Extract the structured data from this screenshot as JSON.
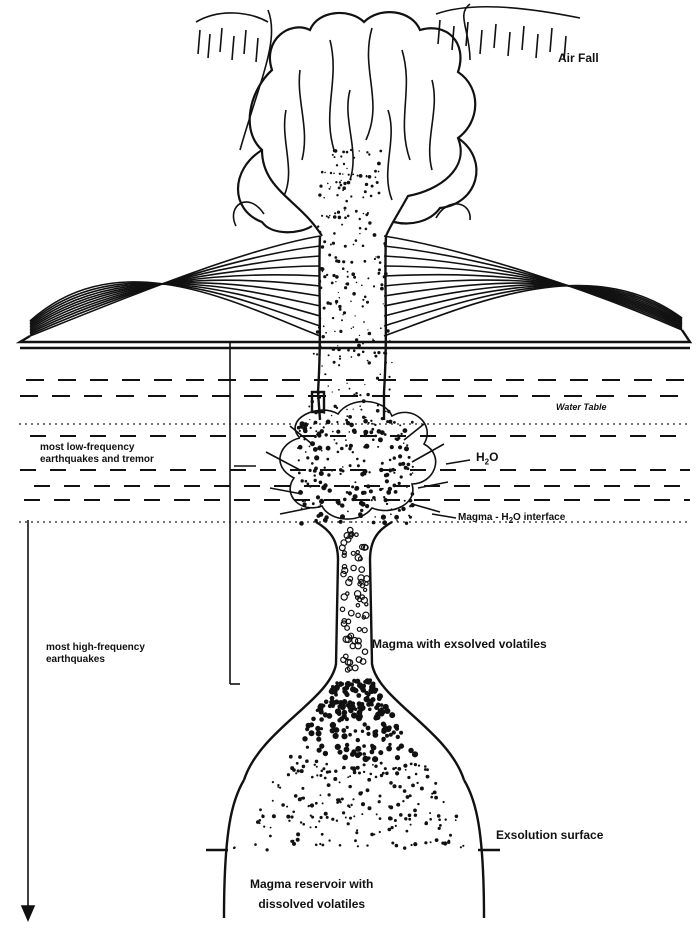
{
  "labels": {
    "air_fall": "Air Fall",
    "water_table": "Water Table",
    "low_freq_line1": "most low-frequency",
    "low_freq_line2": "earthquakes and tremor",
    "h2o_h": "H",
    "h2o_sub": "2",
    "h2o_o": "O",
    "interface_a": "Magma - H",
    "interface_sub": "2",
    "interface_b": "O interface",
    "high_freq_line1": "most high-frequency",
    "high_freq_line2": "earthquakes",
    "exsolved": "Magma with exsolved volatiles",
    "exsolution": "Exsolution surface",
    "reservoir_line1": "Magma reservoir with",
    "reservoir_line2": "dissolved volatiles"
  },
  "colors": {
    "ink": "#111111",
    "paper": "#ffffff"
  }
}
